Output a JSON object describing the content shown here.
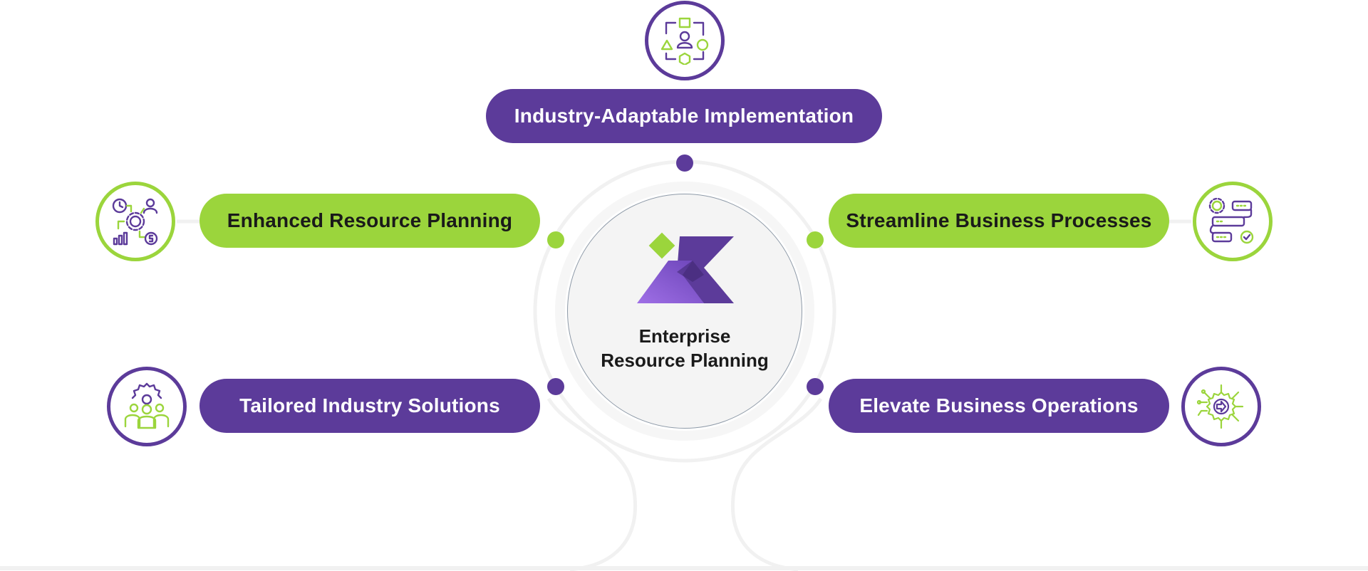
{
  "center": {
    "line1": "Enterprise",
    "line2": "Resource Planning",
    "logo_icon": "x-brand-logo-icon"
  },
  "colors": {
    "purple": "#5c3b9a",
    "green": "#9bd53c",
    "center_fill": "#f4f4f4",
    "connector": "#f1f1f1"
  },
  "nodes": [
    {
      "id": "top",
      "label": "Industry-Adaptable Implementation",
      "color": "purple",
      "icon": "workflow-cycle-icon"
    },
    {
      "id": "left-upper",
      "label": "Enhanced Resource Planning",
      "color": "green",
      "icon": "resource-planning-icon"
    },
    {
      "id": "right-upper",
      "label": "Streamline Business Processes",
      "color": "green",
      "icon": "process-flow-icon"
    },
    {
      "id": "left-lower",
      "label": "Tailored Industry Solutions",
      "color": "purple",
      "icon": "team-gear-icon"
    },
    {
      "id": "right-lower",
      "label": "Elevate Business Operations",
      "color": "purple",
      "icon": "circuit-arrow-icon"
    }
  ]
}
